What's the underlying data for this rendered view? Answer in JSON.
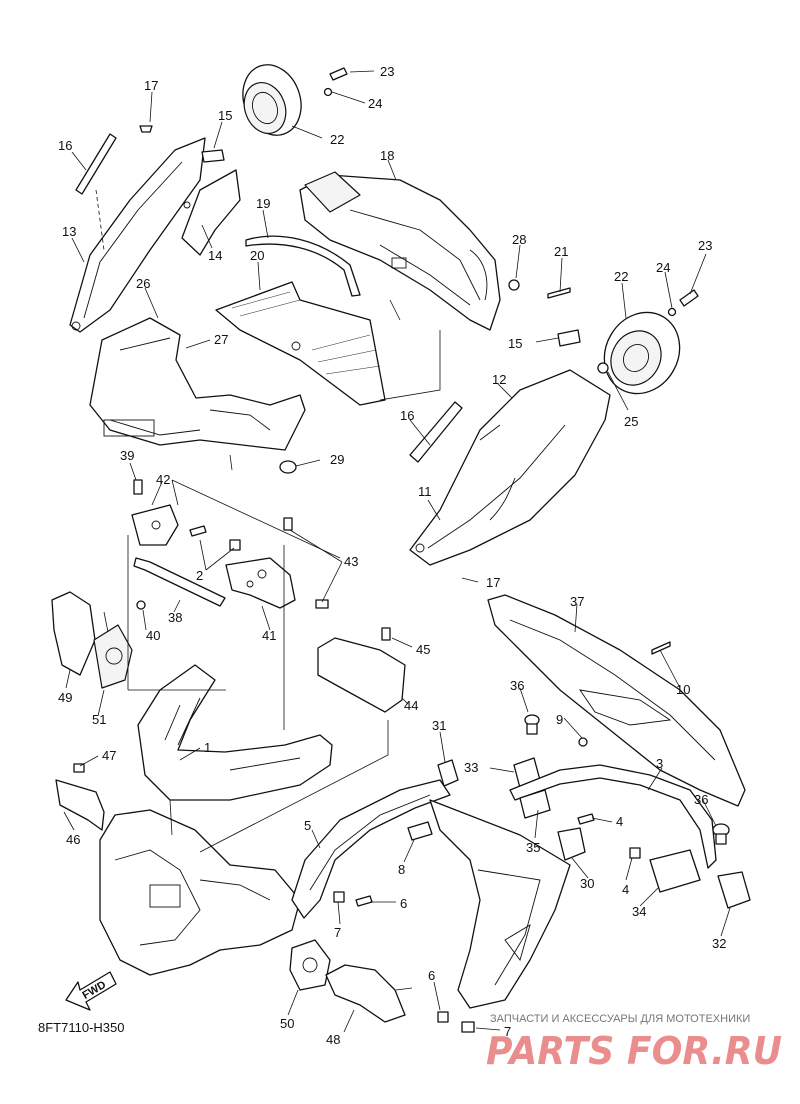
{
  "diagram_code": "8FT7110-H350",
  "direction_label": "FWD",
  "watermark": {
    "tagline": "ЗАПЧАСТИ И АКСЕССУАРЫ ДЛЯ МОТОТЕХНИКИ",
    "logo": "PARTS FOR.RU"
  },
  "callouts": [
    "23",
    "24",
    "22",
    "17",
    "15",
    "16",
    "13",
    "14",
    "18",
    "19",
    "20",
    "26",
    "27",
    "28",
    "21",
    "23",
    "24",
    "22",
    "15",
    "12",
    "16",
    "25",
    "29",
    "39",
    "42",
    "2",
    "43",
    "11",
    "17",
    "38",
    "40",
    "41",
    "45",
    "49",
    "51",
    "44",
    "37",
    "10",
    "36",
    "9",
    "1",
    "31",
    "3",
    "33",
    "47",
    "46",
    "4",
    "36",
    "5",
    "35",
    "8",
    "30",
    "4",
    "6",
    "34",
    "7",
    "32",
    "6",
    "50",
    "48",
    "7"
  ]
}
